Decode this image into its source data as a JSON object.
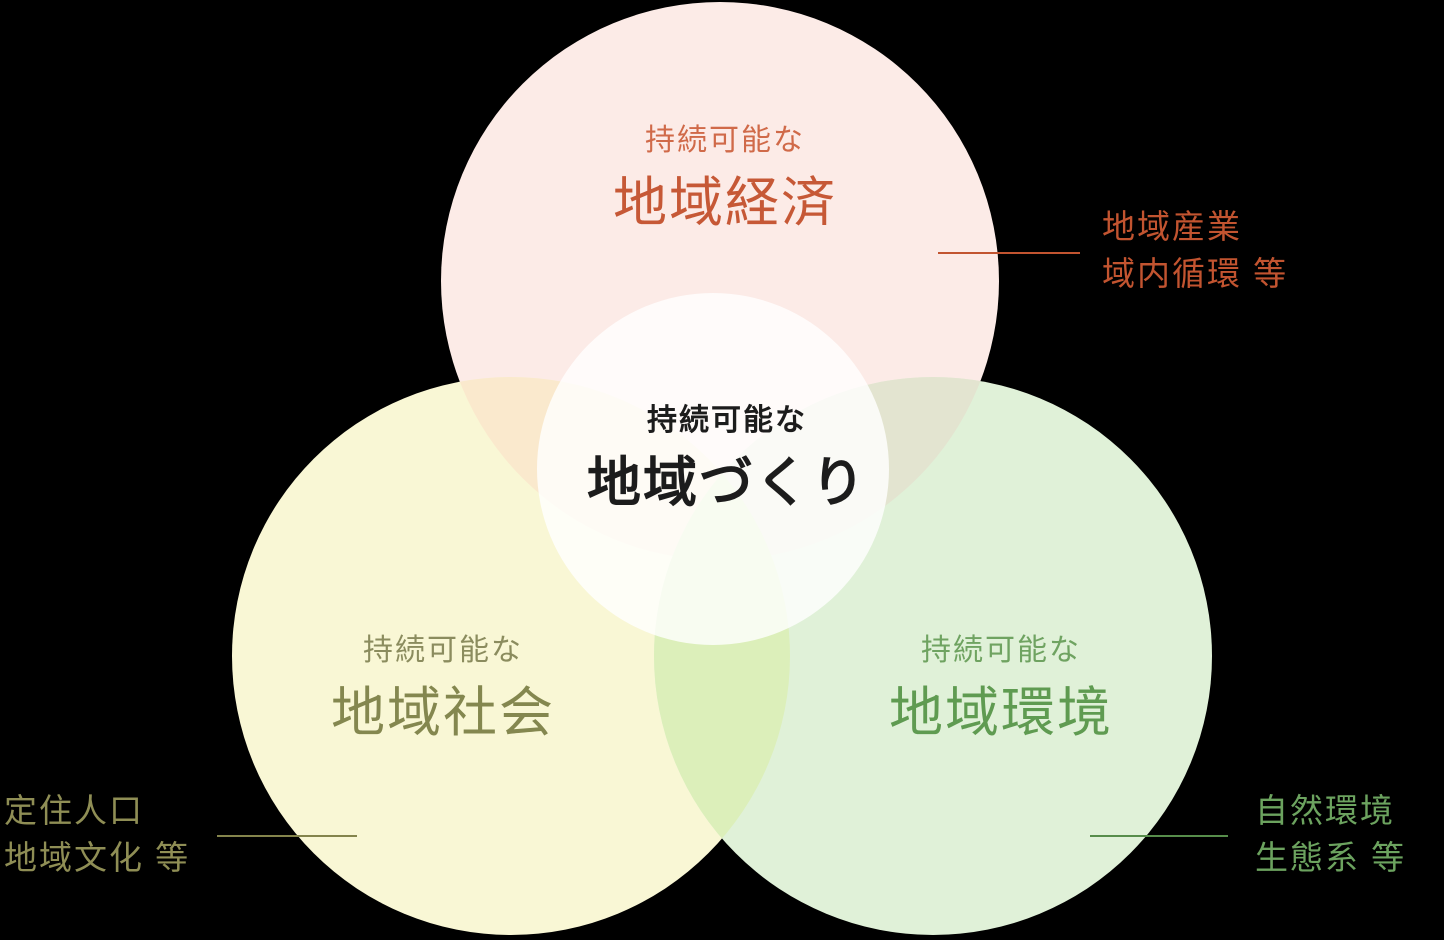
{
  "background": "#000000",
  "center_label": {
    "subtitle": "持続可能な",
    "title": "地域づくり",
    "color": "#1c1c1c"
  },
  "circles": {
    "economy": {
      "subtitle": "持続可能な",
      "title": "地域経済",
      "fill": "#fcebe7",
      "subtitle_color": "#d06a49",
      "title_color": "#c65836"
    },
    "society": {
      "subtitle": "持続可能な",
      "title": "地域社会",
      "fill": "#f9f7d5",
      "subtitle_color": "#8b8c5e",
      "title_color": "#84874f"
    },
    "environment": {
      "subtitle": "持続可能な",
      "title": "地域環境",
      "fill": "#e0f1d8",
      "subtitle_color": "#6fa361",
      "title_color": "#5f9b51"
    }
  },
  "overlaps": {
    "economy_society": "#fae9cd",
    "economy_environment": "#e3e4d0",
    "society_environment": "#dcefba",
    "center_highlight": "rgba(255,255,255,0.8)"
  },
  "annotations": {
    "economy": {
      "line1": "地域産業",
      "line2": "域内循環 等",
      "color": "#c25430"
    },
    "society": {
      "line1": "定住人口",
      "line2": "地域文化 等",
      "color": "#8f8e55"
    },
    "environment": {
      "line1": "自然環境",
      "line2": "生態系 等",
      "color": "#6ca35f"
    }
  }
}
